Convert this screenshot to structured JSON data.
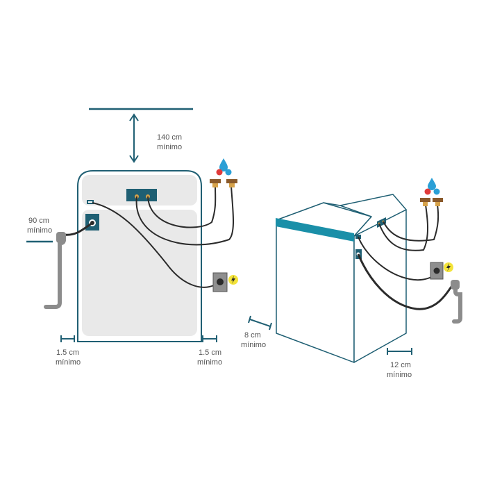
{
  "labels": {
    "top_clearance": {
      "value": "140 cm",
      "word": "mínimo"
    },
    "drain_height": {
      "value": "90 cm",
      "word": "mínimo"
    },
    "left_gap": {
      "value": "1.5 cm",
      "word": "mínimo"
    },
    "right_gap": {
      "value": "1.5 cm",
      "word": "mínimo"
    },
    "back_gap": {
      "value": "8 cm",
      "word": "mínimo"
    },
    "side_gap": {
      "value": "12 cm",
      "word": "mínimo"
    }
  },
  "colors": {
    "teal": "#1f5f73",
    "teal_bright": "#1a8fa8",
    "panel_gray": "#e9e9e9",
    "hose": "#2b2b2b",
    "drain_pipe": "#8c8c8c",
    "outlet_box": "#8f8f8f",
    "bolt_yellow": "#f3e33a",
    "hot_red": "#e03a3a",
    "cold_blue": "#2a9fd6",
    "valve_brown": "#8a5a2b",
    "text_gray": "#555555"
  },
  "icons": [
    "water-drop-icon",
    "hot-water-icon",
    "cold-water-icon",
    "lightning-icon",
    "power-plug-icon"
  ]
}
